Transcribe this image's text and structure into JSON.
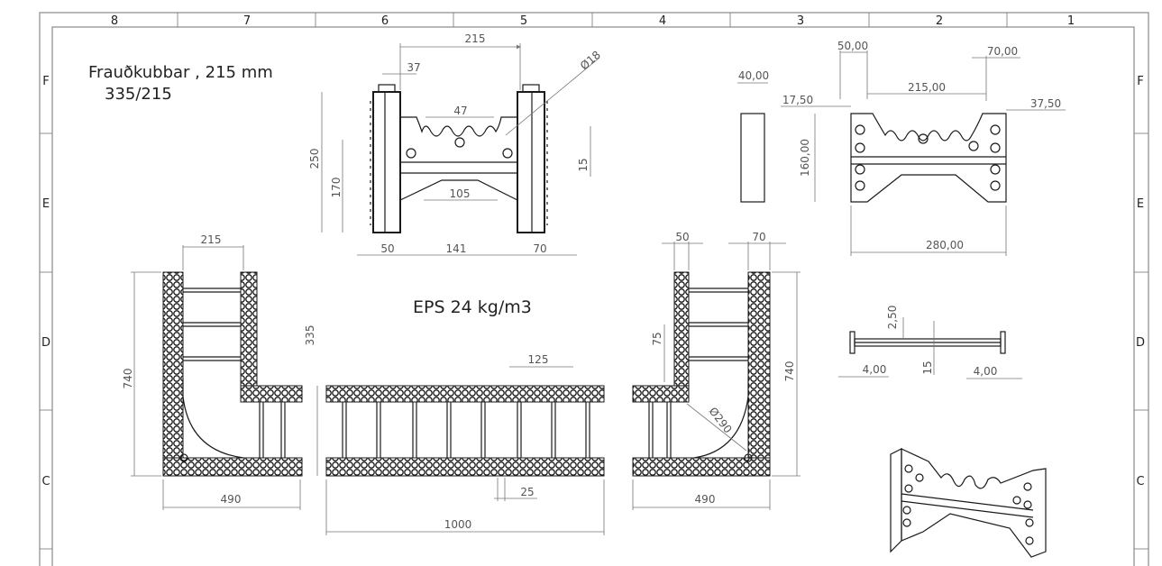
{
  "title": {
    "line1": "Frauðkubbar , 215 mm",
    "line2": "335/215"
  },
  "material_label": "EPS 24 kg/m3",
  "frame": {
    "columns": [
      "8",
      "7",
      "6",
      "5",
      "4",
      "3",
      "2",
      "1"
    ],
    "rows_left": [
      "F",
      "E",
      "D",
      "C"
    ],
    "rows_right": [
      "F",
      "E",
      "D",
      "C"
    ]
  },
  "dimensions": {
    "front_view": {
      "width_top": "215",
      "left_offset": "37",
      "slot_pitch": "47",
      "hole_dia": "Ø18",
      "height_total": "250",
      "height_inner": "170",
      "tab_height": "15",
      "brace_width": "105",
      "bottom_left": "50",
      "bottom_mid": "141",
      "bottom_right": "70"
    },
    "side_view": {
      "width": "40,00"
    },
    "detail_view": {
      "top_left": "50,00",
      "top_right": "70,00",
      "inner": "215,00",
      "left_edge": "17,50",
      "right_edge": "37,50",
      "height": "160,00",
      "total": "280,00"
    },
    "top_view": {
      "flange": "2,50",
      "left": "4,00",
      "middle": "15",
      "right": "4,00"
    },
    "corner_left": {
      "top": "215",
      "height": "740",
      "bottom": "490"
    },
    "straight": {
      "height": "335",
      "pitch": "125",
      "gap": "25",
      "length": "1000"
    },
    "corner_right": {
      "top_left": "50",
      "top_right": "70",
      "offset": "75",
      "radius": "Ø290",
      "height": "740",
      "bottom": "490"
    }
  }
}
